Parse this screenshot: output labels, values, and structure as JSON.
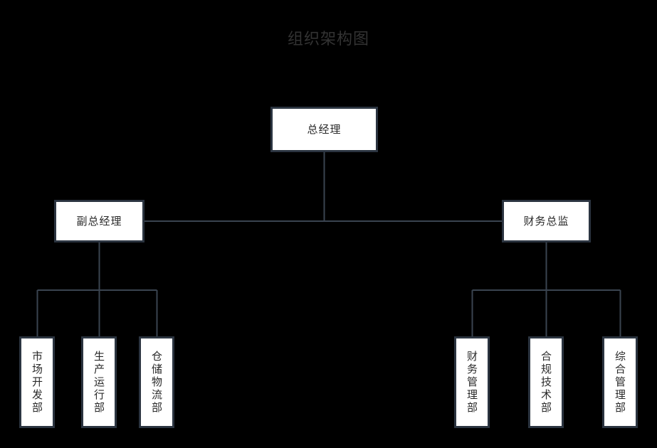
{
  "title": "组织架构图",
  "colors": {
    "background": "#000000",
    "node_fill": "#ffffff",
    "node_border": "#2b3440",
    "connector": "#3a4450",
    "title_text": "#333333",
    "node_text": "#2a2a2a"
  },
  "levels": {
    "root": {
      "label": "总经理",
      "orientation": "horizontal"
    },
    "managers": [
      {
        "label": "副总经理",
        "orientation": "horizontal"
      },
      {
        "label": "财务总监",
        "orientation": "horizontal"
      }
    ],
    "departments_left": [
      {
        "label": "市场开发部",
        "orientation": "vertical"
      },
      {
        "label": "生产运行部",
        "orientation": "vertical"
      },
      {
        "label": "仓储物流部",
        "orientation": "vertical"
      }
    ],
    "departments_right": [
      {
        "label": "财务管理部",
        "orientation": "vertical"
      },
      {
        "label": "合规技术部",
        "orientation": "vertical"
      },
      {
        "label": "综合管理部",
        "orientation": "vertical"
      }
    ]
  }
}
